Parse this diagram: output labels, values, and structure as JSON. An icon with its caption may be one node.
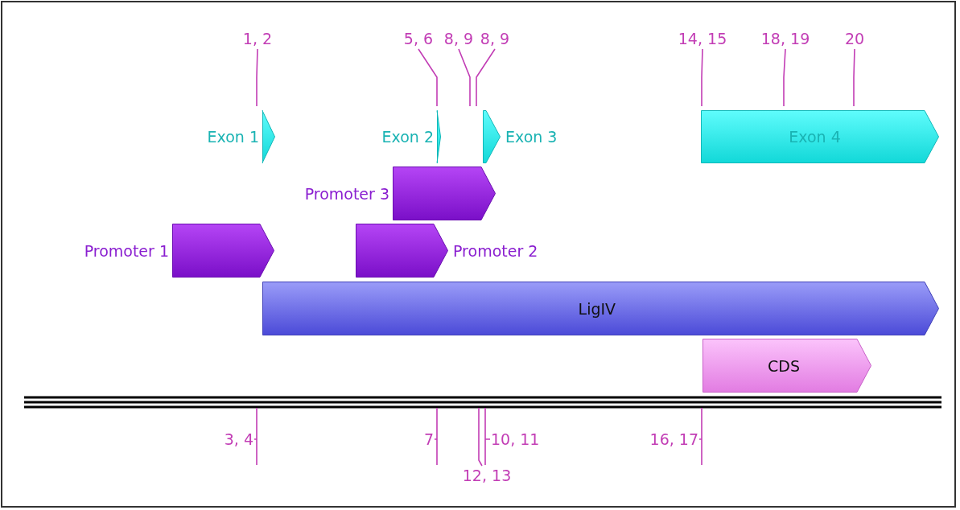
{
  "diagram": {
    "nodes": [
      {
        "text": [
          "1, 2"
        ]
      },
      {
        "text": [
          "5, 6"
        ]
      },
      {
        "text": [
          "8, 9"
        ]
      },
      {
        "text": [
          "8, 9"
        ]
      },
      {
        "text": [
          "14, 15"
        ]
      },
      {
        "text": [
          "18, 19"
        ]
      },
      {
        "text": [
          "20"
        ]
      },
      {
        "text": [
          "Exon 1"
        ]
      },
      {
        "text": [
          "Exon 2"
        ]
      },
      {
        "text": [
          "Exon 3"
        ]
      },
      {
        "text": [
          "Exon 4"
        ]
      },
      {
        "text": [
          "Promoter 3"
        ]
      },
      {
        "text": [
          "Promoter 1"
        ]
      },
      {
        "text": [
          "Promoter 2"
        ]
      },
      {
        "text": [
          "LigIV"
        ]
      },
      {
        "text": [
          "CDS"
        ]
      },
      {
        "text": [],
        "shape": "bar"
      },
      {
        "text": [
          "3, 4"
        ]
      },
      {
        "text": [
          "7"
        ]
      },
      {
        "text": [
          "10, 11"
        ]
      },
      {
        "text": [
          "12, 13"
        ]
      },
      {
        "text": [
          "16, 17"
        ]
      }
    ],
    "edges": [
      {
        "from": 0,
        "to": 7,
        "arrow": "none"
      },
      {
        "from": 1,
        "to": 8,
        "arrow": "none"
      },
      {
        "from": 2,
        "to": null,
        "arrow": "none"
      },
      {
        "from": 3,
        "to": 9,
        "arrow": "none"
      },
      {
        "from": 4,
        "to": 10,
        "arrow": "none"
      },
      {
        "from": 5,
        "to": 10,
        "arrow": "none"
      },
      {
        "from": 6,
        "to": 10,
        "arrow": "none"
      },
      {
        "from": 17,
        "to": 16,
        "arrow": "none"
      },
      {
        "from": 18,
        "to": 16,
        "arrow": "none"
      },
      {
        "from": 19,
        "to": 16,
        "arrow": "none"
      },
      {
        "from": 20,
        "to": 16,
        "arrow": "none"
      },
      {
        "from": 21,
        "to": 16,
        "arrow": "none"
      }
    ]
  }
}
